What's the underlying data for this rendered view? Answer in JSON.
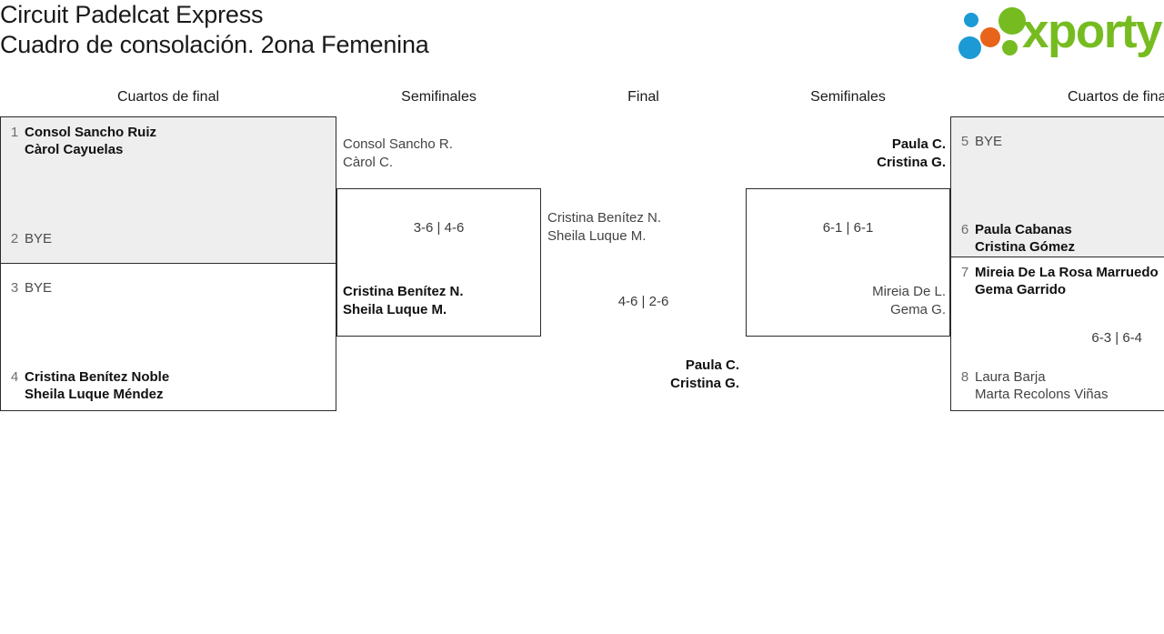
{
  "header": {
    "title_line1": "Circuit Padelcat Express",
    "title_line2": "Cuadro de consolación. 2ona Femenina",
    "logo_word": "xporty",
    "logo_colors": {
      "green": "#76bc21",
      "blue": "#1b9ad6",
      "orange": "#e8641a"
    }
  },
  "rounds": {
    "qf_left": "Cuartos de final",
    "sf_left": "Semifinales",
    "final": "Final",
    "sf_right": "Semifinales",
    "qf_right": "Cuartos de final"
  },
  "bracket": {
    "quarterfinals_left": [
      {
        "seed": "1",
        "line1": "Consol Sancho Ruiz",
        "line2": "Càrol Cayuelas",
        "result": "winner"
      },
      {
        "seed": "2",
        "line1": "BYE",
        "line2": "",
        "result": "bye"
      },
      {
        "seed": "3",
        "line1": "BYE",
        "line2": "",
        "result": "bye"
      },
      {
        "seed": "4",
        "line1": "Cristina Benítez Noble",
        "line2": "Sheila Luque Méndez",
        "result": "winner"
      }
    ],
    "quarterfinals_right": [
      {
        "seed": "5",
        "line1": "BYE",
        "line2": "",
        "result": "bye"
      },
      {
        "seed": "6",
        "line1": "Paula Cabanas",
        "line2": "Cristina Gómez",
        "result": "winner"
      },
      {
        "seed": "7",
        "line1": "Mireia De La Rosa Marruedo",
        "line2": "Gema Garrido",
        "result": "winner"
      },
      {
        "seed": "8",
        "line1": "Laura Barja",
        "line2": "Marta Recolons Viñas",
        "result": "loser"
      }
    ],
    "qf_right_score": "6-3 | 6-4",
    "semifinal_left": {
      "top": {
        "line1": "Consol Sancho R.",
        "line2": "Càrol C.",
        "result": "loser"
      },
      "bottom": {
        "line1": "Cristina Benítez N.",
        "line2": "Sheila Luque M.",
        "result": "winner"
      },
      "score": "3-6 | 4-6"
    },
    "semifinal_right": {
      "top": {
        "line1": "Paula C.",
        "line2": "Cristina G.",
        "result": "winner"
      },
      "bottom": {
        "line1": "Mireia De L.",
        "line2": "Gema G.",
        "result": "loser"
      },
      "score": "6-1 | 6-1"
    },
    "final": {
      "top": {
        "line1": "Cristina Benítez N.",
        "line2": "Sheila Luque M.",
        "result": "loser"
      },
      "bottom": {
        "line1": "Paula C.",
        "line2": "Cristina G.",
        "result": "winner"
      },
      "score": "4-6 | 2-6"
    }
  }
}
